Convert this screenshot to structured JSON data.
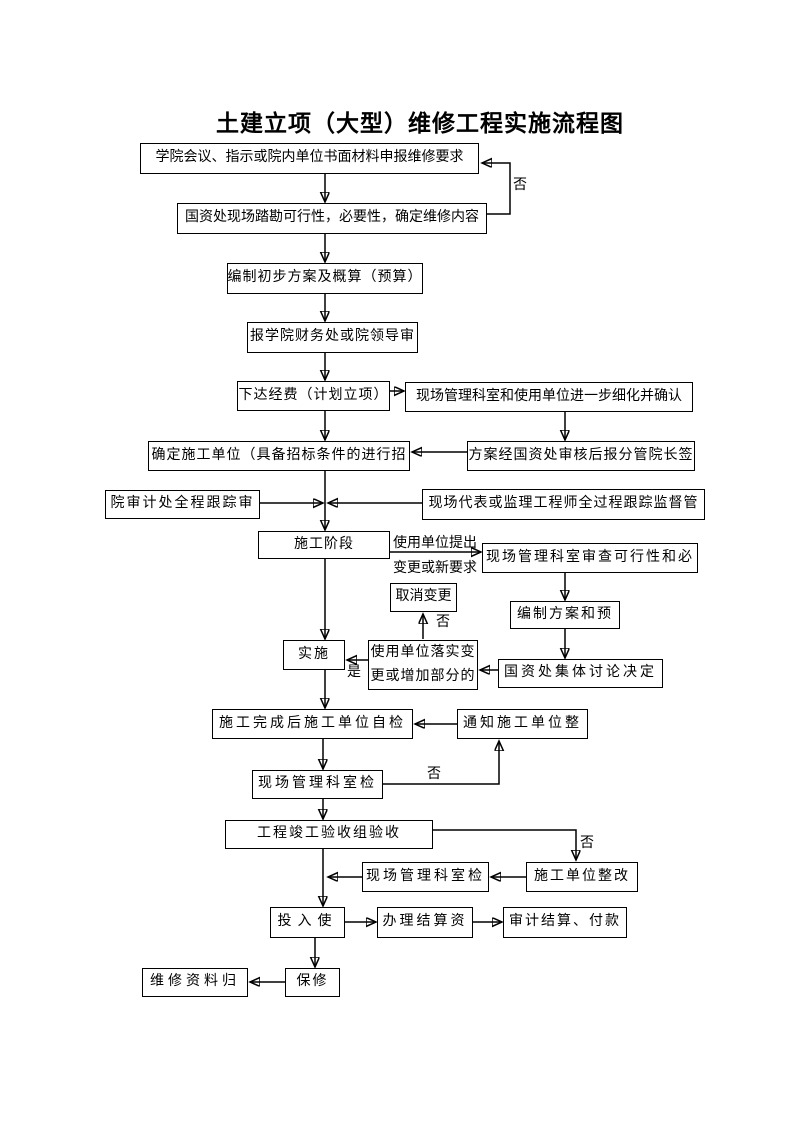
{
  "title": "土建立项（大型）维修工程实施流程图",
  "colors": {
    "ink": "#000000",
    "background": "#ffffff"
  },
  "nodes": {
    "meeting": {
      "text": "学院会议、指示或院内单位书面材料申报维修要求"
    },
    "survey": {
      "text": "国资处现场踏勘可行性，必要性，确定维修内容"
    },
    "plan": {
      "text": "编制初步方案及概算（预算）"
    },
    "report": {
      "text": "报学院财务处或院领导审"
    },
    "fund": {
      "text": "下达经费（计划立项）"
    },
    "refine": {
      "text": "现场管理科室和使用单位进一步细化并确认"
    },
    "select": {
      "text": "确定施工单位（具备招标条件的进行招"
    },
    "approve": {
      "text": "方案经国资处审核后报分管院长签"
    },
    "audit": {
      "text": "院审计处全程跟踪审"
    },
    "supervise": {
      "text": "现场代表或监理工程师全过程跟踪监督管"
    },
    "stage": {
      "text": "施工阶段"
    },
    "review": {
      "text": "现场管理科室审查可行性和必"
    },
    "cancel": {
      "text": "取消变更"
    },
    "budget": {
      "text": "编制方案和预"
    },
    "implement": {
      "text": "实施"
    },
    "fulfill": {
      "text": "使用单位落实变更或增加部分的"
    },
    "decide": {
      "text": "国资处集体讨论决定"
    },
    "selfcheck": {
      "text": "施工完成后施工单位自检"
    },
    "notify": {
      "text": "通知施工单位整"
    },
    "sitecheck1": {
      "text": "现场管理科室检"
    },
    "acceptance": {
      "text": "工程竣工验收组验收"
    },
    "sitecheck2": {
      "text": "现场管理科室检"
    },
    "rectify": {
      "text": "施工单位整改"
    },
    "use": {
      "text": "投入使"
    },
    "settle": {
      "text": "办理结算资"
    },
    "auditpay": {
      "text": "审计结算、付款"
    },
    "warranty": {
      "text": "保修"
    },
    "archive": {
      "text": "维修资料归"
    }
  },
  "labels": {
    "no_feedback": "否",
    "change_line1": "使用单位提出",
    "change_line2": "变更或新要求",
    "no_cancel": "否",
    "yes_implement": "是",
    "no_recheck": "否",
    "no_acceptance": "否"
  }
}
